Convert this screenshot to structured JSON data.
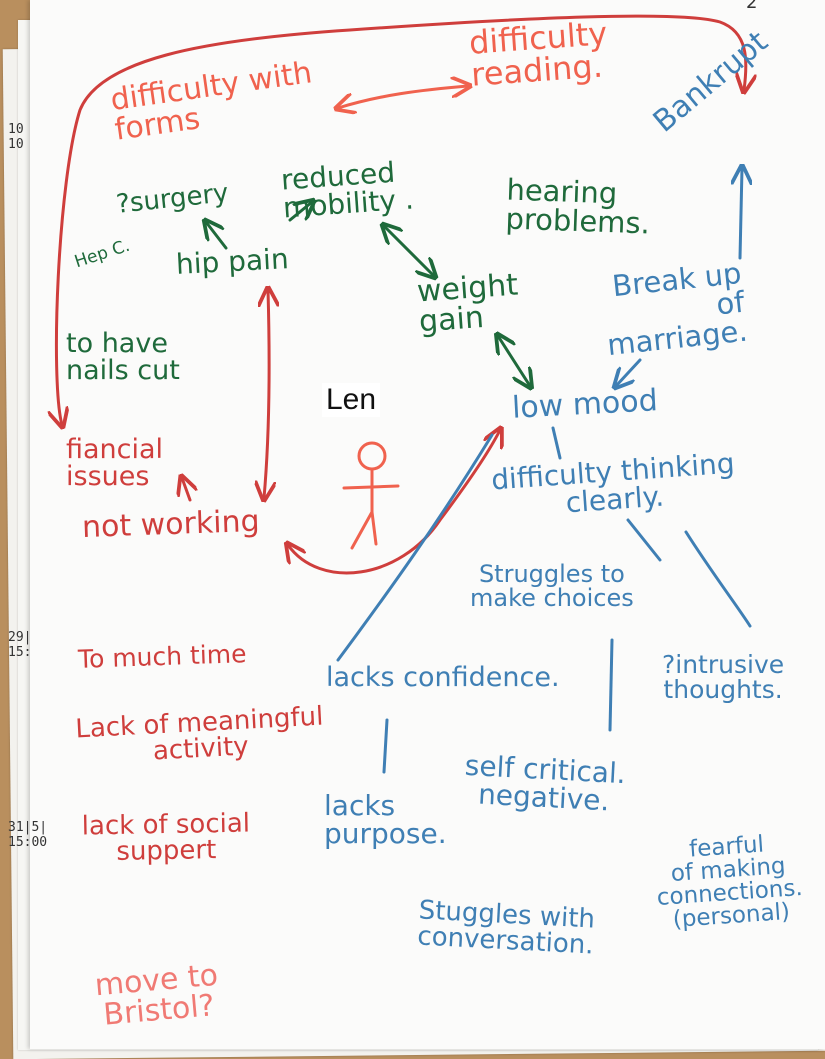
{
  "subject": {
    "name": "Len"
  },
  "page_marker": "2",
  "margin_notes": {
    "top": [
      "10",
      "10"
    ],
    "mid": [
      "29|",
      "15:"
    ],
    "lower": [
      "31|5|",
      "15:00"
    ]
  },
  "themes": {
    "admin": {
      "forms": "difficulty with\nforms",
      "reading": "difficulty\nreading.",
      "bankrupt": "Bankrupt"
    },
    "physical": {
      "surgery": "?surgery",
      "hep": "Hep C.",
      "hip_pain": "hip pain",
      "mobility": "reduced\nmobility .",
      "hearing": "hearing\nproblems.",
      "weight": "weight\ngain",
      "nails": "to have\nnails cut"
    },
    "practical": {
      "financial": "fiancial\nissues",
      "not_working": "not working",
      "too_much_time": "To much time",
      "meaningful": "Lack of meaningful\nactivity",
      "social": "lack of social\nsuppert",
      "bristol": "move to\nBristol?"
    },
    "emotional": {
      "marriage": "Break up\nof\nmarriage.",
      "low_mood": "low mood",
      "thinking": "difficulty thinking\nclearly.",
      "choices": "Struggles to\nmake choices",
      "confidence": "lacks confidence.",
      "intrusive": "?intrusive\nthoughts.",
      "self_critical": "self critical.\nnegative.",
      "purpose": "lacks\npurpose.",
      "fearful": "fearful\nof making\nconnections.\n(personal)",
      "conversation": "Stuggles with\nconversation."
    }
  },
  "ink_colors": {
    "red": "#cf3e3c",
    "orange": "#f0624e",
    "green": "#1f6a3b",
    "blue": "#3f7fb4"
  }
}
